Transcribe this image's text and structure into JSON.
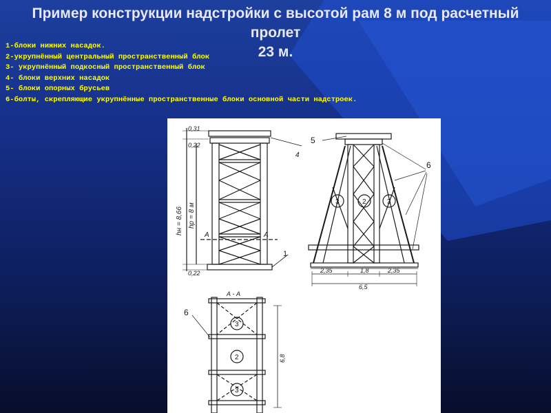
{
  "slide": {
    "title_line1": "Пример конструкции надстройки с высотой рам 8 м под расчетный пролет",
    "title_line2": "23 м.",
    "legend": [
      "1-блоки нижних насадок.",
      "2-укрупнённый центральный пространственный блок",
      "3- укрупнённый подкосный пространственный блок",
      "4- блоки верхних насадок",
      "5- блоки опорных брусьев",
      "6-болты, скрепляющие укрупнённые пространственные блоки основной части надстроек."
    ],
    "colors": {
      "title": "#e8e8f8",
      "legend": "#ffff00",
      "background": "#16308a"
    }
  },
  "drawing": {
    "dims": {
      "top1": "0,31",
      "top2": "0,22",
      "bottom": "0,22",
      "height_total": "hн = 8,66",
      "height_frame": "hр = 8 м",
      "side_left": "2,35",
      "center": "1,8",
      "side_right": "2,35",
      "overall": "6,5",
      "plan_length": "6,8"
    },
    "labels": {
      "section_a": "А",
      "section_title": "А - А",
      "callout_1": "1",
      "callout_4": "4",
      "callout_5": "5",
      "callout_6": "6",
      "callout_6b": "6",
      "block_2": "2",
      "block_3": "3",
      "plan_2": "2",
      "plan_3": "3"
    }
  }
}
